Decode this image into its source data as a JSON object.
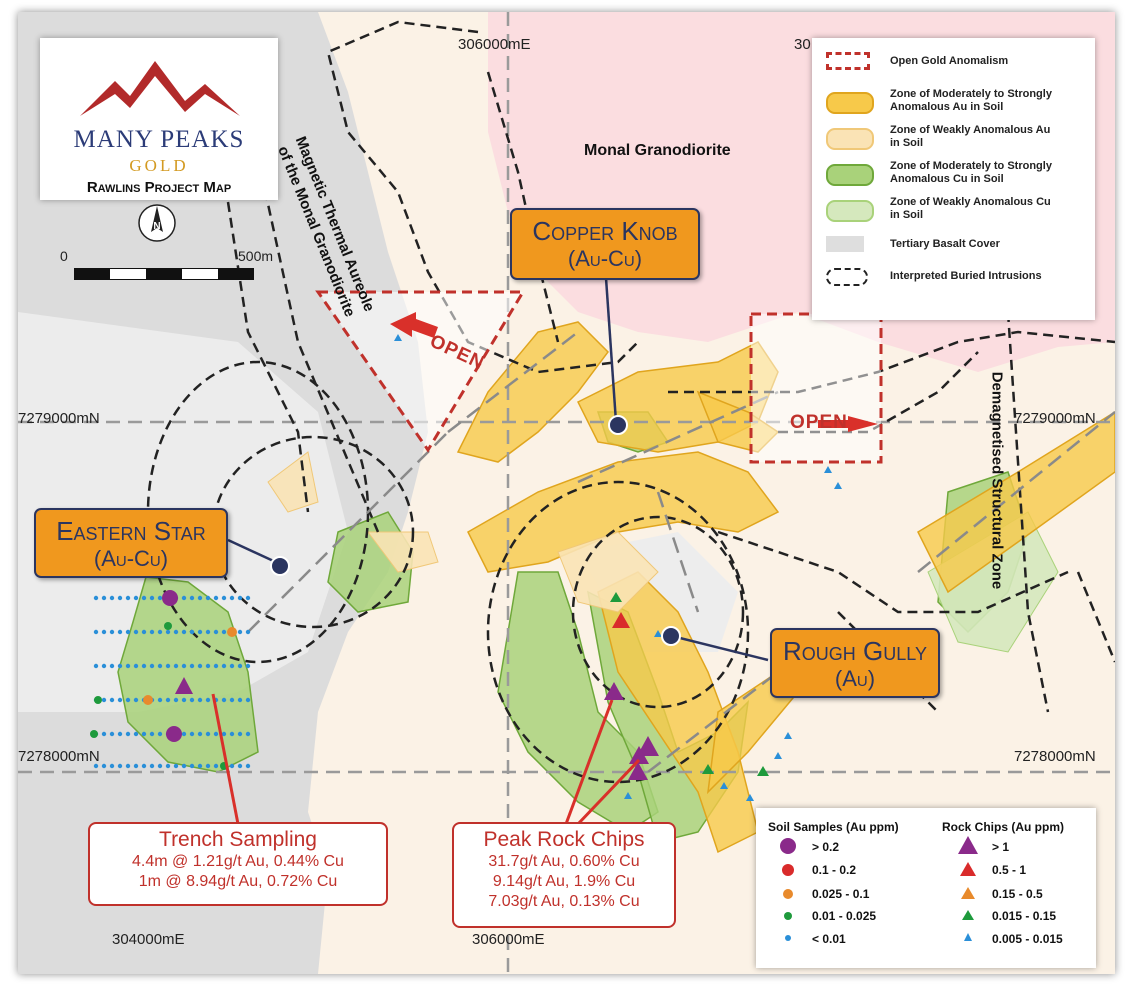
{
  "logo": {
    "brand": "MANY PEAKS",
    "gold": "GOLD",
    "project": "Rawlins Project Map"
  },
  "scale": {
    "start": "0",
    "end": "500m"
  },
  "grid": {
    "east_top_1": "306000mE",
    "east_top_2": "30",
    "north_1_left": "7279000mN",
    "north_1_right": "7279000mN",
    "north_2_left": "7278000mN",
    "north_2_right": "7278000mN",
    "east_bottom_1": "304000mE",
    "east_bottom_2": "306000mE"
  },
  "map_labels": {
    "granodiorite": "Monal Granodiorite",
    "aureole": "Magnetic Thermal Aureole of the Monal Granodiorite",
    "structural": "Demagnetised Structural Zone",
    "open_1": "OPEN",
    "open_2": "OPEN"
  },
  "callouts": {
    "copper_knob": {
      "title": "Copper Knob",
      "sub": "(Au-Cu)"
    },
    "eastern_star": {
      "title": "Eastern Star",
      "sub": "(Au-Cu)"
    },
    "rough_gully": {
      "title": "Rough Gully",
      "sub": "(Au)"
    }
  },
  "trench": {
    "title": "Trench Sampling",
    "line1": "4.4m @ 1.21g/t Au, 0.44% Cu",
    "line2": "1m @ 8.94g/t Au, 0.72% Cu"
  },
  "peak": {
    "title": "Peak Rock Chips",
    "line1": "31.7g/t Au, 0.60% Cu",
    "line2": "9.14g/t Au, 1.9% Cu",
    "line3": "7.03g/t Au, 0.13% Cu"
  },
  "legend": {
    "items": [
      {
        "label": "Open Gold Anomalism",
        "symbol": "dashed-red-box"
      },
      {
        "label": "Zone of Moderately to Strongly Anomalous Au in Soil",
        "symbol": "orange-zone",
        "fill": "#f7c94a"
      },
      {
        "label": "Zone of Weakly Anomalous Au in Soil",
        "symbol": "light-orange-zone",
        "fill": "#fae3b5"
      },
      {
        "label": "Zone of Moderately to Strongly Anomalous Cu in Soil",
        "symbol": "green-zone",
        "fill": "#a9d27a"
      },
      {
        "label": "Zone of Weakly Anomalous Cu in Soil",
        "symbol": "light-green-zone",
        "fill": "#d5e8bd"
      },
      {
        "label": "Tertiary Basalt Cover",
        "symbol": "grey-box",
        "fill": "#dedede"
      },
      {
        "label": "Interpreted Buried Intrusions",
        "symbol": "dashed-black-ellipse"
      }
    ]
  },
  "sample_legend": {
    "soil_header": "Soil Samples (Au ppm)",
    "rock_header": "Rock Chips (Au ppm)",
    "soil": [
      {
        "label": "> 0.2",
        "color": "#8a2a8a"
      },
      {
        "label": "0.1 - 0.2",
        "color": "#d92b2b"
      },
      {
        "label": "0.025 - 0.1",
        "color": "#e88a2c"
      },
      {
        "label": "0.01 - 0.025",
        "color": "#1e9a3c"
      },
      {
        "label": "< 0.01",
        "color": "#2a8fd8"
      }
    ],
    "rock": [
      {
        "label": "> 1",
        "color": "#8a2a8a"
      },
      {
        "label": "0.5 - 1",
        "color": "#d92b2b"
      },
      {
        "label": "0.15 - 0.5",
        "color": "#e88a2c"
      },
      {
        "label": "0.015 - 0.15",
        "color": "#1e9a3c"
      },
      {
        "label": "0.005 - 0.015",
        "color": "#2a8fd8"
      }
    ]
  }
}
